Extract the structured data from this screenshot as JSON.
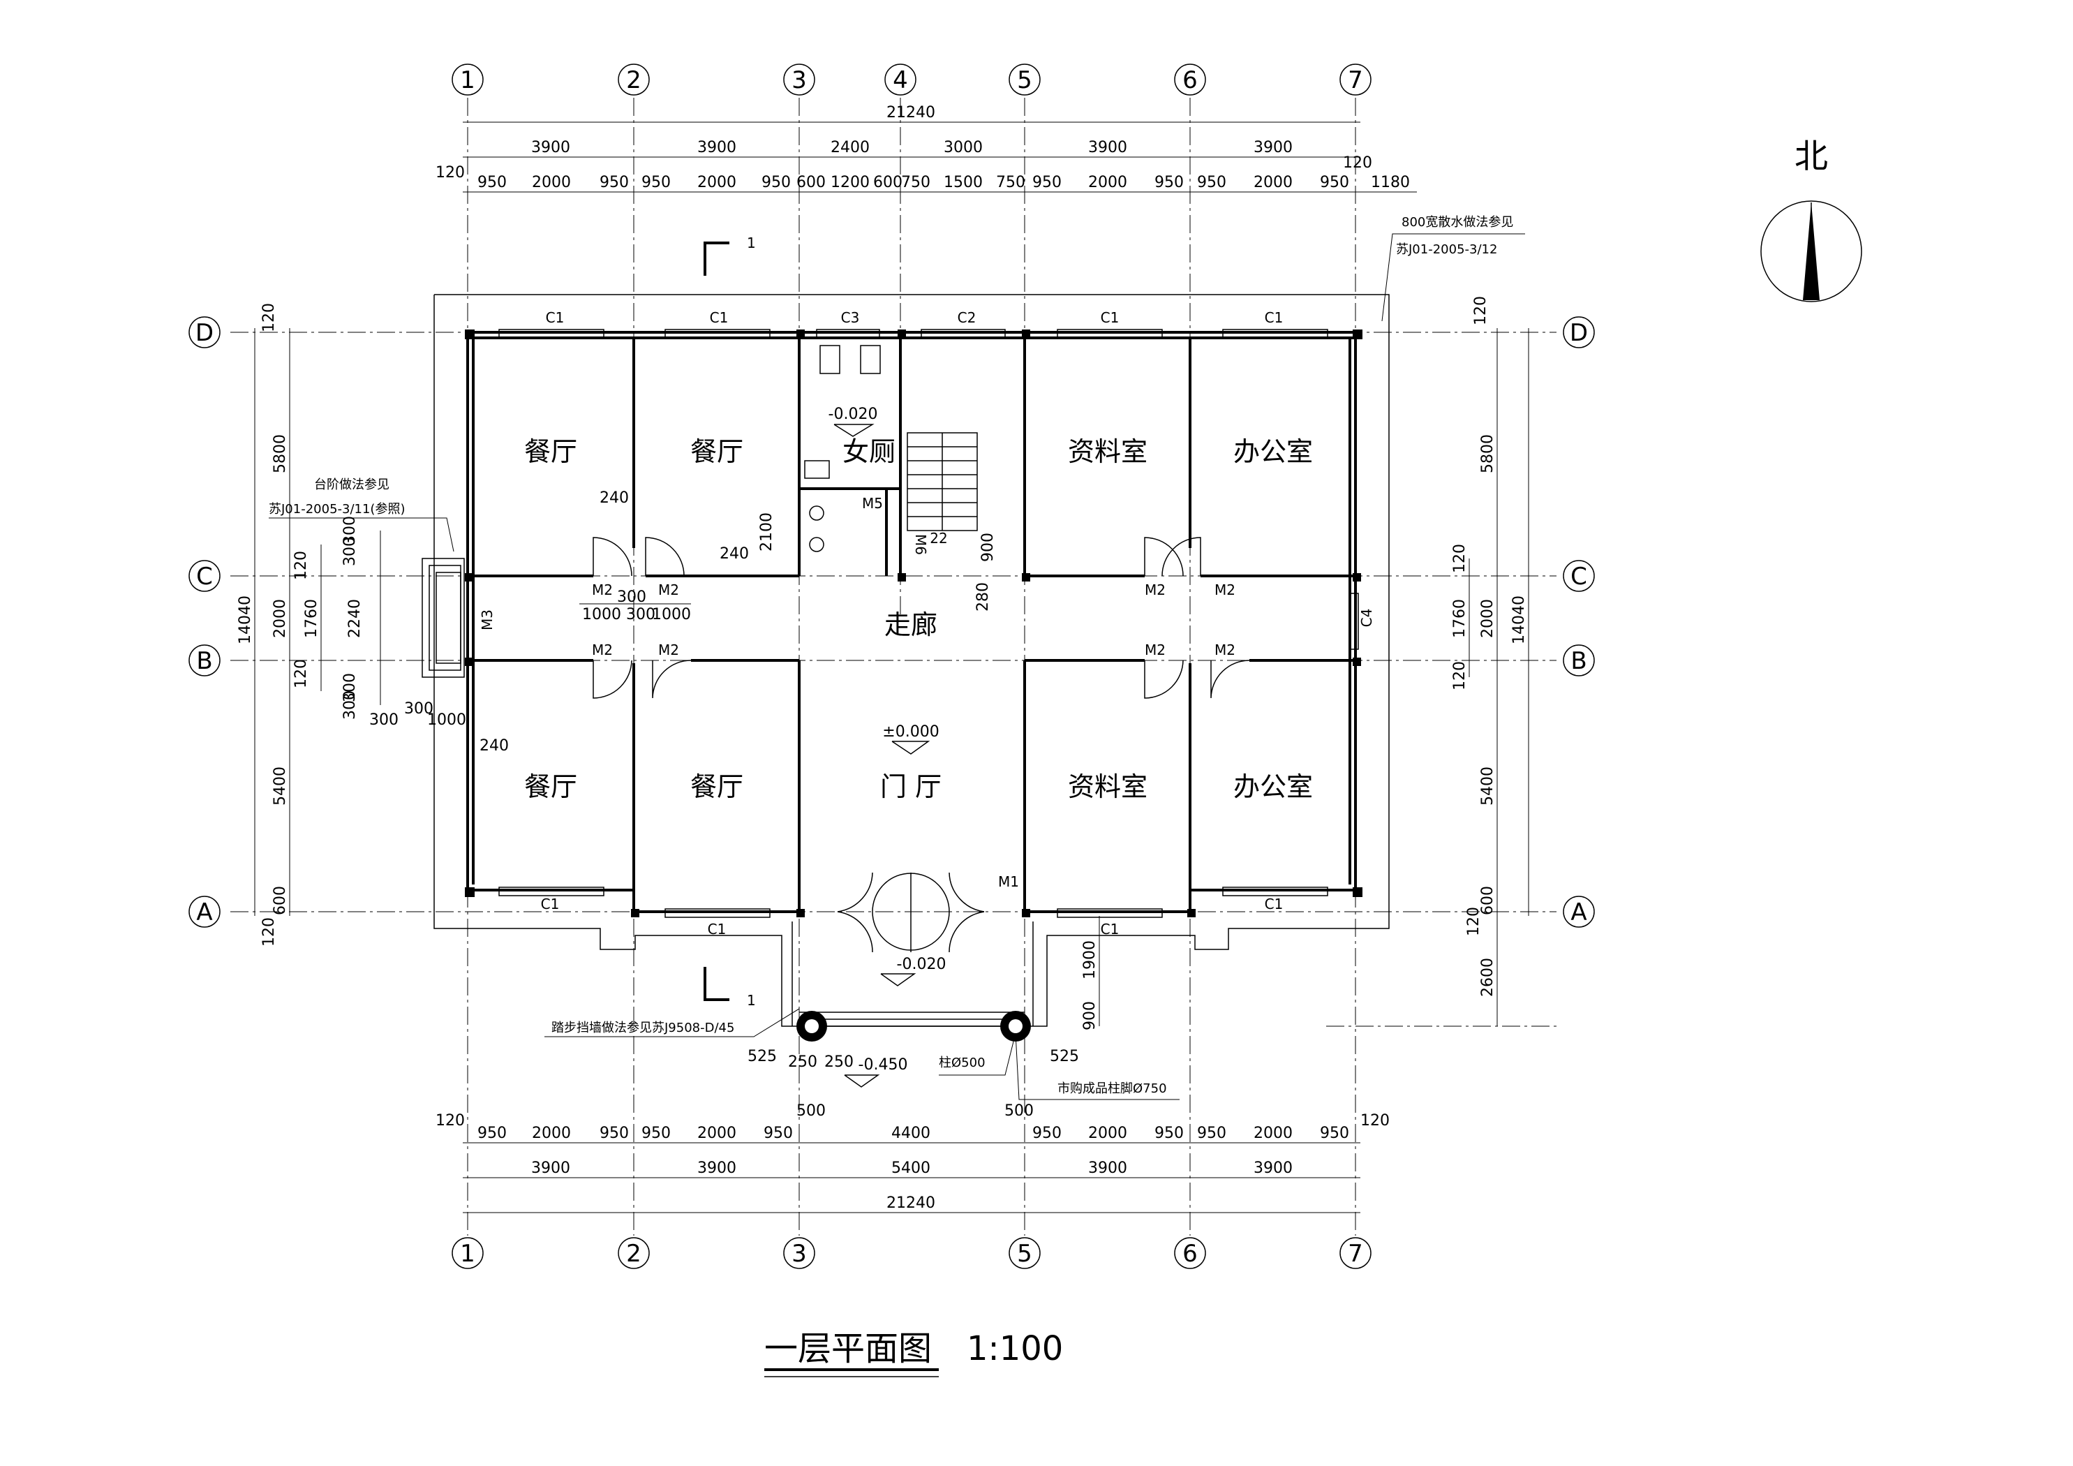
{
  "drawing": {
    "title": "一层平面图",
    "scale": "1:100",
    "north": "北"
  },
  "axes": {
    "vertical": [
      "1",
      "2",
      "3",
      "4",
      "5",
      "6",
      "7"
    ],
    "horizontal": [
      "D",
      "C",
      "B",
      "A"
    ]
  },
  "rooms": {
    "dining_1": "餐厅",
    "dining_2": "餐厅",
    "dining_3": "餐厅",
    "dining_4": "餐厅",
    "toilet": "女厕",
    "archive_1": "资料室",
    "office_1": "办公室",
    "corridor": "走廊",
    "hall": "门 厅",
    "archive_2": "资料室",
    "office_2": "办公室"
  },
  "openings": {
    "c1": "C1",
    "c2": "C2",
    "c3": "C3",
    "c4": "C4",
    "m1": "M1",
    "m2": "M2",
    "m3": "M3",
    "m5": "M5",
    "m6": "M6",
    "stair": "22"
  },
  "levels": {
    "toilet": "-0.020",
    "hall": "±0.000",
    "entrance": "-0.020",
    "steps": "-0.450"
  },
  "section_mark": "1",
  "top_dims": {
    "total": "21240",
    "bays": [
      "3900",
      "3900",
      "2400",
      "3000",
      "3900",
      "3900"
    ],
    "left_ext": "120",
    "right_ext": "120",
    "detail": [
      "950",
      "2000",
      "950",
      "950",
      "2000",
      "950",
      "600",
      "1200",
      "600",
      "750",
      "1500",
      "750",
      "950",
      "2000",
      "950",
      "950",
      "2000",
      "950"
    ],
    "extra": "1180"
  },
  "bottom_dims": {
    "total": "21240",
    "bays": [
      "3900",
      "3900",
      "5400",
      "3900",
      "3900"
    ],
    "left_ext": "120",
    "right_ext": "120",
    "detail": [
      "950",
      "2000",
      "950",
      "950",
      "2000",
      "950",
      "4400",
      "950",
      "2000",
      "950",
      "950",
      "2000",
      "950"
    ]
  },
  "left_dims": {
    "total": "14040",
    "bays": [
      "5800",
      "2000",
      "5400"
    ],
    "ext": [
      "120",
      "120",
      "120",
      "600",
      "120"
    ],
    "step": [
      "300",
      "300",
      "1760",
      "2240",
      "300",
      "300"
    ]
  },
  "right_dims": {
    "total": "14040",
    "bays": [
      "5800",
      "2000",
      "5400"
    ],
    "ext": [
      "120",
      "120",
      "120",
      "120",
      "600"
    ],
    "inner": "1760",
    "porch": [
      "1900",
      "900",
      "2600"
    ]
  },
  "inner_dims": {
    "d240a": "240",
    "d240b": "240",
    "d240c": "240",
    "d2100": "2100",
    "d900": "900",
    "d280": "280",
    "corr": [
      "1000",
      "300",
      "300",
      "1000"
    ],
    "step_x": [
      "300",
      "300",
      "1000"
    ],
    "porch_x": [
      "525",
      "250",
      "250",
      "500",
      "500",
      "525"
    ]
  },
  "notes": {
    "gutter": "800宽散水做法参见",
    "gutter_ref": "苏J01-2005-3/12",
    "step_note": "台阶做法参见",
    "step_ref": "苏J01-2005-3/11(参照)",
    "wall_note": "踏步挡墙做法参见苏J9508-D/45",
    "column": "柱Ø500",
    "column_base": "市购成品柱脚Ø750"
  }
}
